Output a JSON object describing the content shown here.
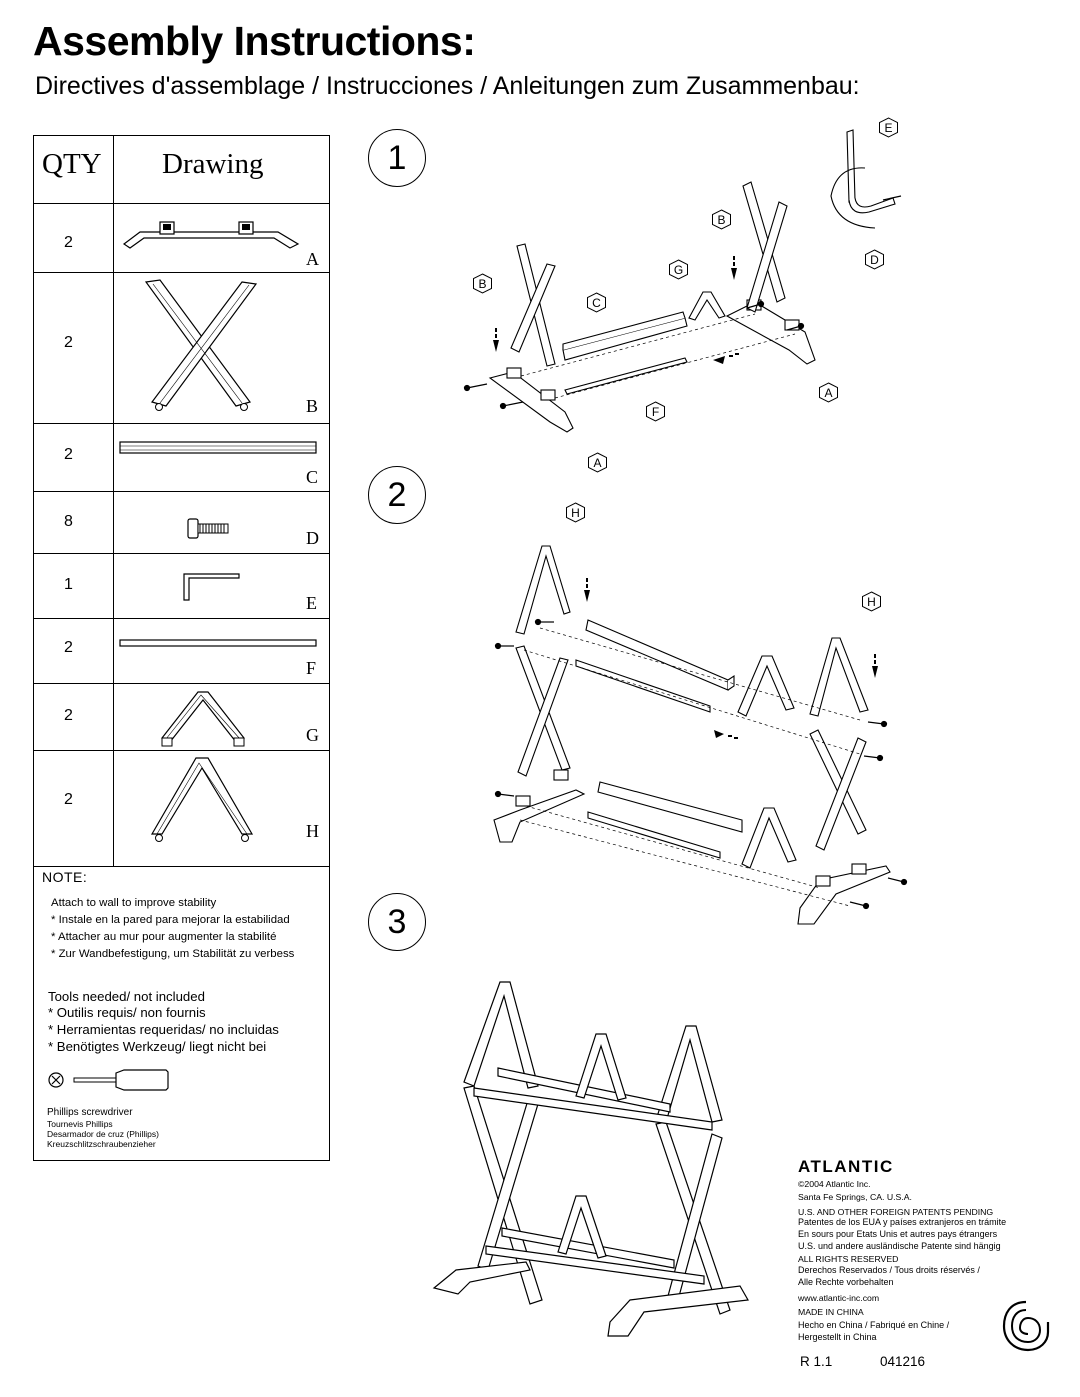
{
  "header": {
    "title": "Assembly Instructions:",
    "subtitle": "Directives d'assemblage / Instrucciones / Anleitungen zum Zusammenbau:"
  },
  "parts_table": {
    "qty_header": "QTY",
    "drawing_header": "Drawing",
    "rows": [
      {
        "qty": "2",
        "letter": "A"
      },
      {
        "qty": "2",
        "letter": "B"
      },
      {
        "qty": "2",
        "letter": "C"
      },
      {
        "qty": "8",
        "letter": "D"
      },
      {
        "qty": "1",
        "letter": "E"
      },
      {
        "qty": "2",
        "letter": "F"
      },
      {
        "qty": "2",
        "letter": "G"
      },
      {
        "qty": "2",
        "letter": "H"
      }
    ]
  },
  "note": {
    "heading": "NOTE:",
    "lines": [
      "Attach to wall to improve stability",
      "* Instale en la pared para mejorar la estabilidad",
      "* Attacher au mur pour augmenter la stabilité",
      "* Zur Wandbefestigung, um Stabilität zu verbess"
    ]
  },
  "tools": {
    "lines": [
      "Tools needed/ not included",
      "* Outilis requis/ non fournis",
      "* Herramientas requeridas/ no incluidas",
      "* Benötigtes Werkzeug/ liegt nicht bei"
    ],
    "screwdriver": [
      "Phillips screwdriver",
      "Tournevis Phillips",
      "Desarmador de cruz (Phillips)",
      "Kreuzschlitzschraubenzieher"
    ]
  },
  "steps": [
    "1",
    "2",
    "3"
  ],
  "callouts": {
    "step1": [
      "E",
      "B",
      "D",
      "G",
      "B",
      "C",
      "A",
      "F",
      "A"
    ],
    "step2": [
      "H",
      "H"
    ]
  },
  "footer": {
    "brand": "ATLANTIC",
    "lines": [
      "©2004 Atlantic Inc.",
      "Santa Fe Springs, CA. U.S.A.",
      "U.S. AND OTHER FOREIGN PATENTS PENDING",
      "Patentes de los EUA y países extranjeros en trámite",
      "En sours pour Etats Unis et autres pays étrangers",
      "U.S. und andere ausländische Patente sind hängig",
      "ALL RIGHTS RESERVED",
      "Derechos Reservados / Tous droits réservés /",
      "Alle Rechte vorbehalten",
      "www.atlantic-inc.com",
      "MADE IN CHINA",
      "Hecho en China / Fabriqué en Chine /",
      "Hergestellt in China"
    ],
    "revision": "R 1.1",
    "code": "041216"
  }
}
